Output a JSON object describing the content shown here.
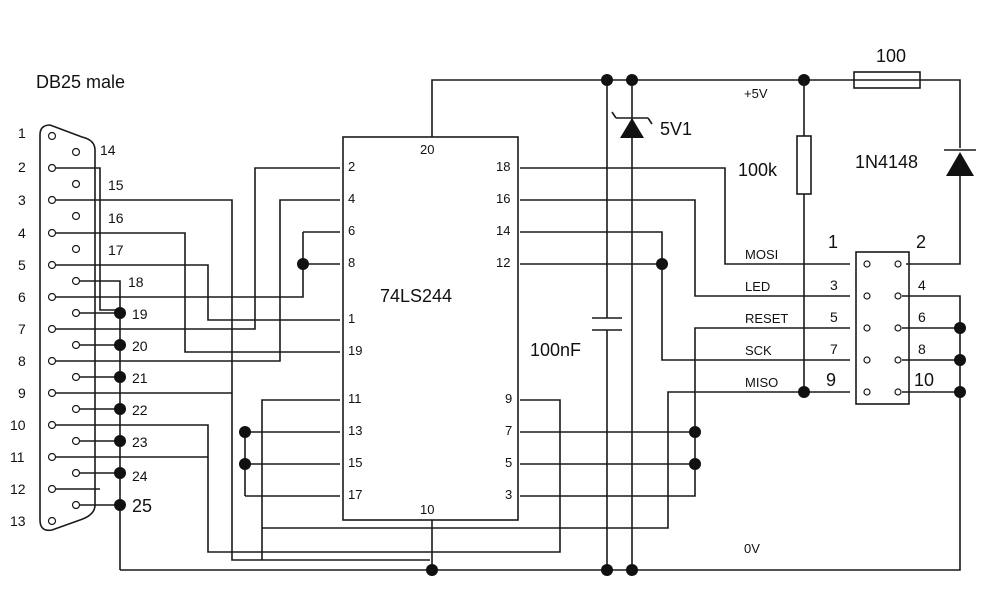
{
  "connector": {
    "title": "DB25 male",
    "top_pins": [
      "1",
      "2",
      "3",
      "4",
      "5",
      "6",
      "7",
      "8",
      "9",
      "10",
      "11",
      "12",
      "13"
    ],
    "bottom_pins": [
      "14",
      "15",
      "16",
      "17",
      "18",
      "19",
      "20",
      "21",
      "22",
      "23",
      "24",
      "25"
    ]
  },
  "ic": {
    "name": "74LS244",
    "left_pins": [
      "2",
      "4",
      "6",
      "8",
      "1",
      "19",
      "11",
      "13",
      "15",
      "17"
    ],
    "right_pins": [
      "18",
      "16",
      "14",
      "12",
      "9",
      "7",
      "5",
      "3"
    ],
    "top_pin": "20",
    "bottom_pin": "10"
  },
  "components": {
    "zener": "5V1",
    "capacitor": "100nF",
    "pullup": "100k",
    "resistor": "100",
    "diode": "1N4148"
  },
  "rails": {
    "vcc": "+5V",
    "gnd": "0V"
  },
  "header": {
    "signals": [
      "MOSI",
      "LED",
      "RESET",
      "SCK",
      "MISO"
    ],
    "odd_pins": [
      "1",
      "3",
      "5",
      "7",
      "9"
    ],
    "even_pins": [
      "2",
      "4",
      "6",
      "8",
      "10"
    ]
  }
}
